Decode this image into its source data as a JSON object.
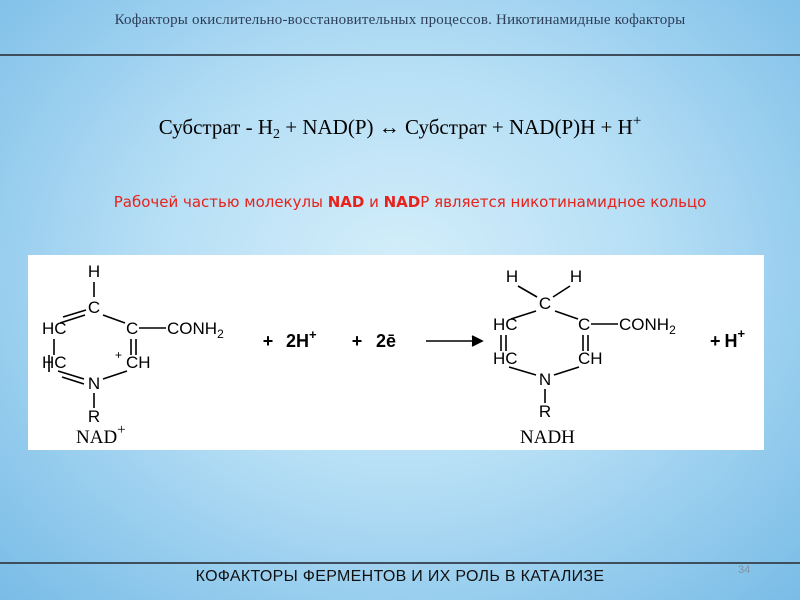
{
  "slide": {
    "header_title": "Кофакторы окислительно-восстановительных процессов. Никотинамидные кофакторы",
    "equation": {
      "substrate": "Субстрат",
      "dash": " - ",
      "h": "H",
      "h_sub": "2",
      "plus": "+",
      "nadp": "NAD(P)",
      "arrow": "↔",
      "nadph": "NAD(P)H",
      "h_plus": "H",
      "h_plus_sup": "+"
    },
    "note": {
      "part1": "Рабочей частью молекулы ",
      "nad": "NAD",
      "part2": " и ",
      "nadp_bold": "NAD",
      "nadp_tail": "P",
      "part3": " является никотинамидное кольцо"
    },
    "reaction": {
      "nad_label": "NAD",
      "nad_charge": "+",
      "nadh_label": "NADH",
      "atoms": {
        "H": "H",
        "C": "C",
        "HC": "HC",
        "CH": "CH",
        "N": "N",
        "R": "R",
        "conh2": "CONH",
        "conh2_sub": "2",
        "charge": "+"
      },
      "plus": "+",
      "two_h": "2H",
      "two_h_sup": "+",
      "two_e": "2ē",
      "h_product": "H",
      "h_product_sup": "+"
    },
    "footer_title": "КОФАКТОРЫ ФЕРМЕНТОВ И ИХ РОЛЬ В КАТАЛИЗЕ",
    "page_number": "34",
    "colors": {
      "background": "#b5def5",
      "header_text": "#2d3e58",
      "rule": "#3e4e5c",
      "note_red": "#e8211b",
      "page_number": "#7f93a6"
    }
  }
}
